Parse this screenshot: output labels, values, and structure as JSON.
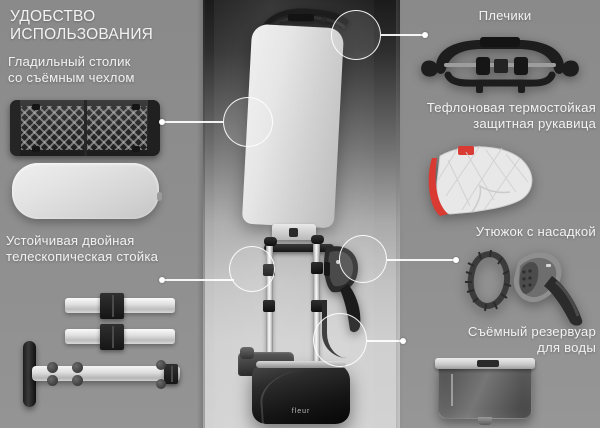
{
  "infographic": {
    "headline_line1": "УДОБСТВО",
    "headline_line2": "ИСПОЛЬЗОВАНИЯ",
    "brand_mark": "fleur"
  },
  "callouts": {
    "ironing_board": {
      "line1": "Гладильный столик",
      "line2": "со съёмным чехлом",
      "side": "left"
    },
    "telescopic_stand": {
      "line1": "Устойчивая двойная",
      "line2": "телескопическая стойка",
      "side": "left"
    },
    "hanger": {
      "line1": "Плечики",
      "line2": "",
      "side": "right"
    },
    "glove": {
      "line1": "Тефлоновая термостойкая",
      "line2": "защитная рукавица",
      "side": "right"
    },
    "iron": {
      "line1": "Утюжок с насадкой",
      "line2": "",
      "side": "right"
    },
    "water_tank": {
      "line1": "Съёмный резервуар",
      "line2": "для воды",
      "side": "right"
    }
  },
  "icons": {
    "ironing_board": "ironing-board-icon",
    "board_cover": "board-cover-icon",
    "telescopic_bars": "telescopic-bar-icon",
    "stand_foot": "stand-foot-icon",
    "hanger": "clothes-hanger-icon",
    "glove": "heat-glove-icon",
    "iron": "steam-iron-icon",
    "iron_brush": "brush-attachment-icon",
    "water_tank": "water-tank-icon",
    "steamer": "garment-steamer-icon"
  },
  "colors": {
    "text": "#f2f2f2",
    "panel_left": "#8d8d8d",
    "panel_right": "#8e8e8e",
    "callout_line": "#ffffff",
    "glove_accent": "#d93a32",
    "product_dark": "#1a1a1a"
  }
}
